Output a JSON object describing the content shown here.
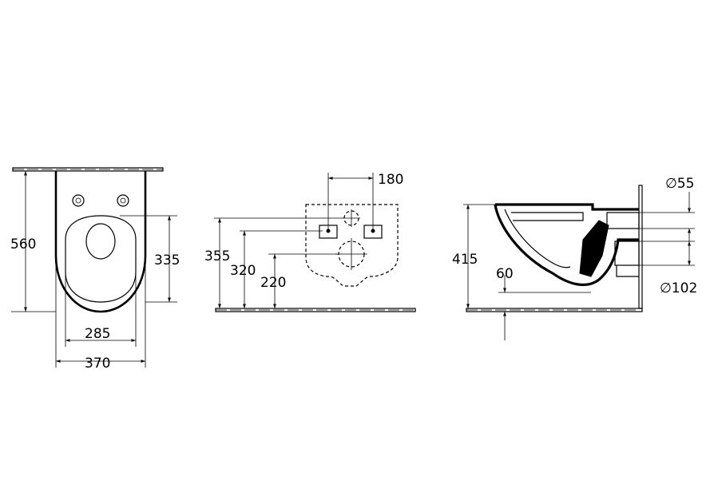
{
  "views": {
    "top": {
      "length": "560",
      "fixing_depth": "335",
      "seat_width": "285",
      "overall_width": "370"
    },
    "rear": {
      "bolt_spacing": "180",
      "height_1": "355",
      "height_2": "320",
      "height_3": "220"
    },
    "side": {
      "height": "415",
      "clearance": "60",
      "inlet_diameter": "∅55",
      "outlet_diameter": "∅102"
    }
  },
  "colors": {
    "line": "#000000",
    "background": "#ffffff"
  }
}
